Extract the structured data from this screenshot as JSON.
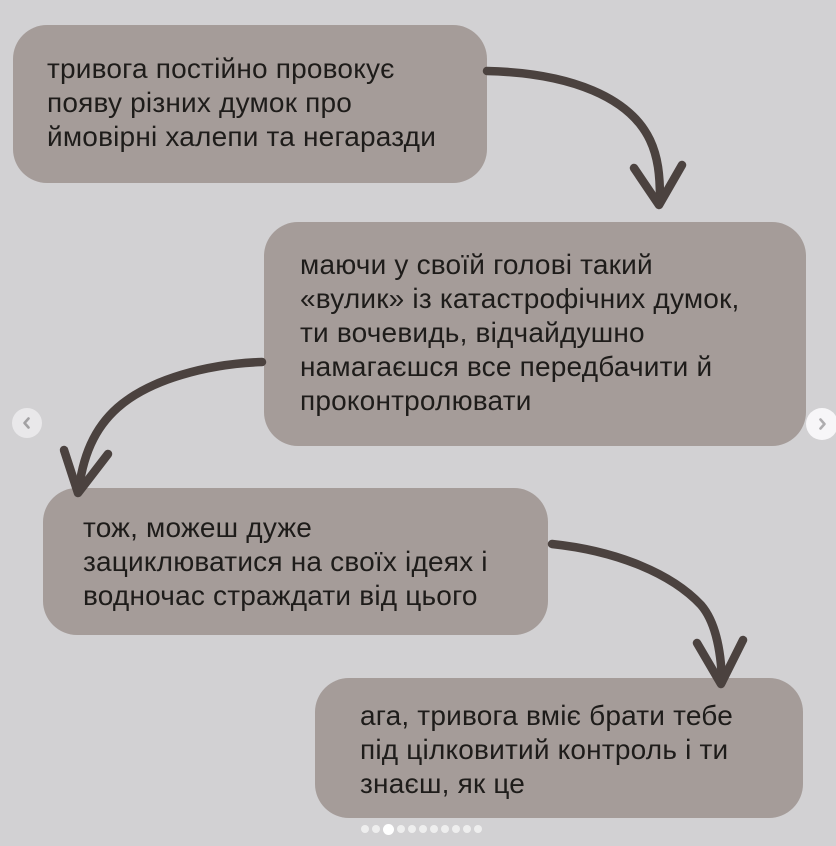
{
  "app": {
    "description": "carousel slide with flow of speech bubbles"
  },
  "colors": {
    "background": "#d2d1d3",
    "bubble_background": "#a59c99",
    "bubble_text": "#1e1c1a",
    "arrow": "#4b423f",
    "dot_inactive": "rgba(255,255,255,0.62)",
    "dot_active": "#ffffff"
  },
  "bubbles": [
    {
      "id": "bubble-1",
      "lines": [
        "тривога постійно провокує",
        "появу різних думок про",
        "ймовірні халепи та негаразди"
      ]
    },
    {
      "id": "bubble-2",
      "lines": [
        "маючи у своїй голові такий",
        "«вулик» із катастрофічних думок,",
        "ти вочевидь, відчайдушно",
        "намагаєшся все передбачити й",
        "проконтролювати"
      ]
    },
    {
      "id": "bubble-3",
      "lines": [
        "тож, можеш дуже",
        "зациклюватися на своїх ідеях і",
        "водночас страждати від цього"
      ]
    },
    {
      "id": "bubble-4",
      "lines": [
        "ага, тривога вміє брати тебе",
        "під цілковитий контроль і ти",
        "знаєш, як це"
      ]
    }
  ],
  "arrows": [
    {
      "name": "curved-arrow-1",
      "from": "bubble-1",
      "to": "bubble-2"
    },
    {
      "name": "curved-arrow-2",
      "from": "bubble-2",
      "to": "bubble-3"
    },
    {
      "name": "curved-arrow-3",
      "from": "bubble-3",
      "to": "bubble-4"
    }
  ],
  "carousel": {
    "prev_icon": "chevron-left",
    "next_icon": "chevron-right",
    "pagination": {
      "total_dots": 11,
      "active_index": 2
    }
  }
}
